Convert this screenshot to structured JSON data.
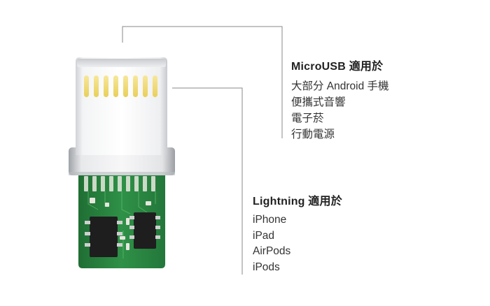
{
  "colors": {
    "background": "#ffffff",
    "leader_line": "#8a8a8a",
    "connector_metal": "#e6e7e9",
    "contact_gold": "#f2dd7a",
    "pcb_green": "#2e8b43",
    "chip_black": "#1e1e1e"
  },
  "microusb": {
    "heading": "MicroUSB 適用於",
    "items": [
      "大部分 Android 手機",
      "便攜式音響",
      "電子菸",
      "行動電源"
    ]
  },
  "lightning": {
    "heading": "Lightning 適用於",
    "items": [
      "iPhone",
      "iPad",
      "AirPods",
      "iPods"
    ]
  },
  "illustration": {
    "icon": "lightning-to-microusb-adapter-icon",
    "contact_count": 8
  }
}
